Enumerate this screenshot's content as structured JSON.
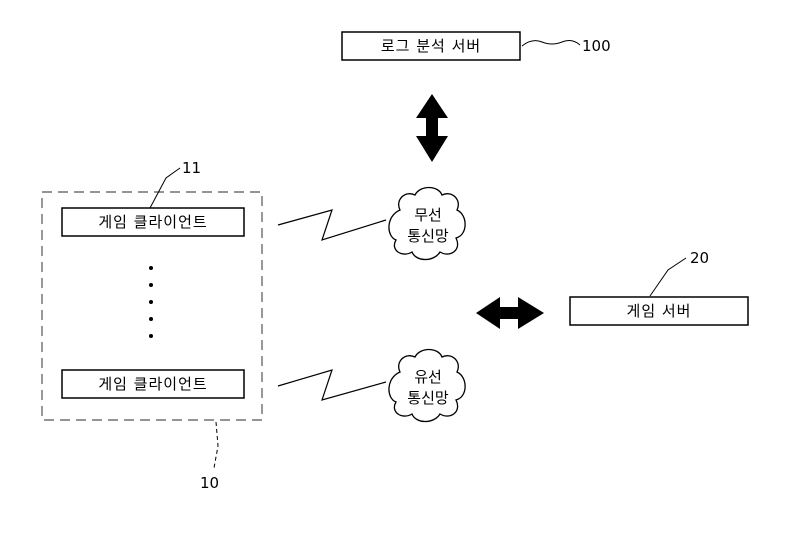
{
  "diagram": {
    "log_server": {
      "label": "로그 분석 서버",
      "ref": "100"
    },
    "game_server": {
      "label": "게임 서버",
      "ref": "20"
    },
    "client_group": {
      "ref": "10",
      "client_ref": "11"
    },
    "clients": [
      {
        "label": "게임 클라이언트"
      },
      {
        "label": "게임 클라이언트"
      }
    ],
    "wireless_network": {
      "line1": "무선",
      "line2": "통신망"
    },
    "wired_network": {
      "line1": "유선",
      "line2": "통신망"
    }
  }
}
